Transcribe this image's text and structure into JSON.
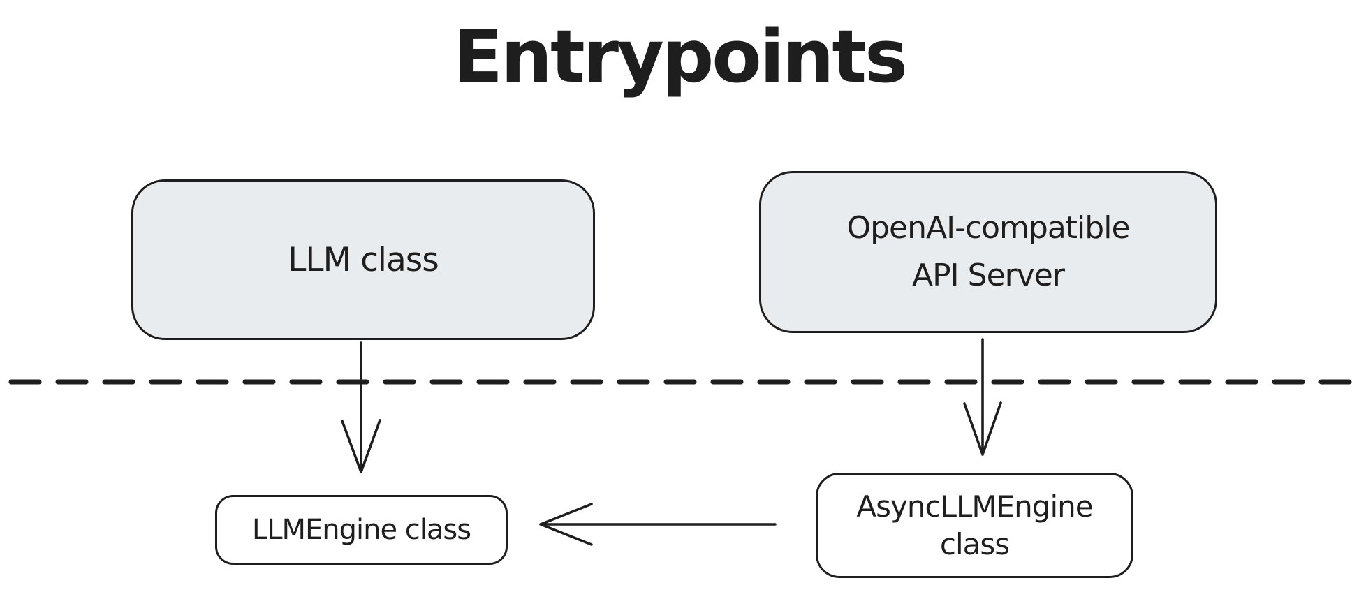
{
  "diagram": {
    "title": "Entrypoints",
    "colors": {
      "background": "#ffffff",
      "stroke": "#1e1e1e",
      "entrypoint_node_fill": "#e9ecef",
      "engine_node_fill": "#ffffff"
    },
    "nodes": {
      "llm": {
        "label": "LLM class"
      },
      "api_server": {
        "label_lines": [
          "OpenAI-compatible",
          "API Server"
        ]
      },
      "engine": {
        "label": "LLMEngine class"
      },
      "async_engine": {
        "label_lines": [
          "AsyncLLMEngine",
          "class"
        ]
      }
    },
    "edges": [
      {
        "from": "LLM class",
        "to": "LLMEngine class",
        "direction": "down"
      },
      {
        "from": "OpenAI-compatible API Server",
        "to": "AsyncLLMEngine class",
        "direction": "down"
      },
      {
        "from": "AsyncLLMEngine class",
        "to": "LLMEngine class",
        "direction": "left"
      }
    ],
    "divider": {
      "style": "dashed",
      "orientation": "horizontal"
    }
  }
}
